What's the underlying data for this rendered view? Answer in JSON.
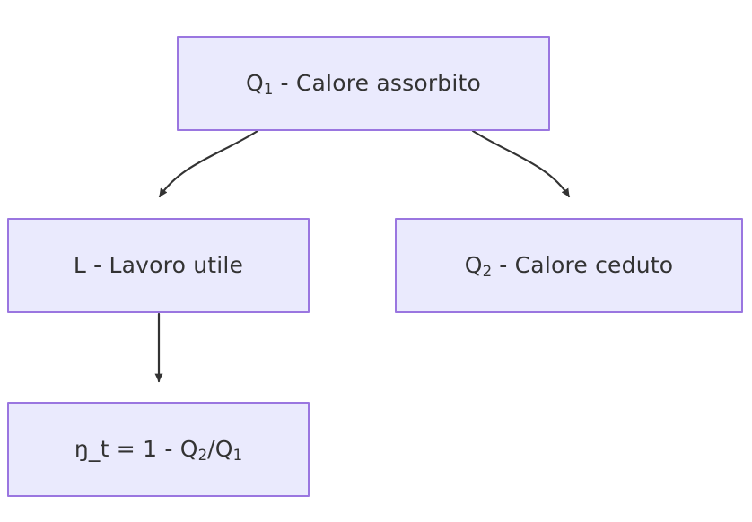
{
  "diagram": {
    "type": "flowchart",
    "direction": "top-down",
    "background_color": "#ffffff",
    "node_fill_color": "#eaeafd",
    "node_border_color": "#9a76e0",
    "text_color": "#333333",
    "edge_color": "#333333",
    "nodes": [
      {
        "id": "q1",
        "text_plain": "Q1 - Calore assorbito",
        "base": "Q",
        "sub": "1",
        "rest": " - Calore assorbito"
      },
      {
        "id": "lavoro",
        "text_plain": "L - Lavoro utile",
        "base": "L - Lavoro utile",
        "sub": "",
        "rest": ""
      },
      {
        "id": "q2",
        "text_plain": "Q2 - Calore ceduto",
        "base": "Q",
        "sub": "2",
        "rest": " - Calore ceduto"
      },
      {
        "id": "eta",
        "text_plain": "ŋ_t = 1 - Q2/Q1",
        "base": "ŋ_t = 1 - Q",
        "sub": "2",
        "rest": "/Q",
        "sub2": "1"
      }
    ],
    "edges": [
      {
        "id": "edge-q1-lavoro",
        "from": "q1",
        "to": "lavoro",
        "style": "curved",
        "arrowhead": "filled-triangle"
      },
      {
        "id": "edge-q1-q2",
        "from": "q1",
        "to": "q2",
        "style": "curved",
        "arrowhead": "filled-triangle"
      },
      {
        "id": "edge-lavoro-eta",
        "from": "lavoro",
        "to": "eta",
        "style": "straight",
        "arrowhead": "filled-triangle"
      }
    ]
  }
}
